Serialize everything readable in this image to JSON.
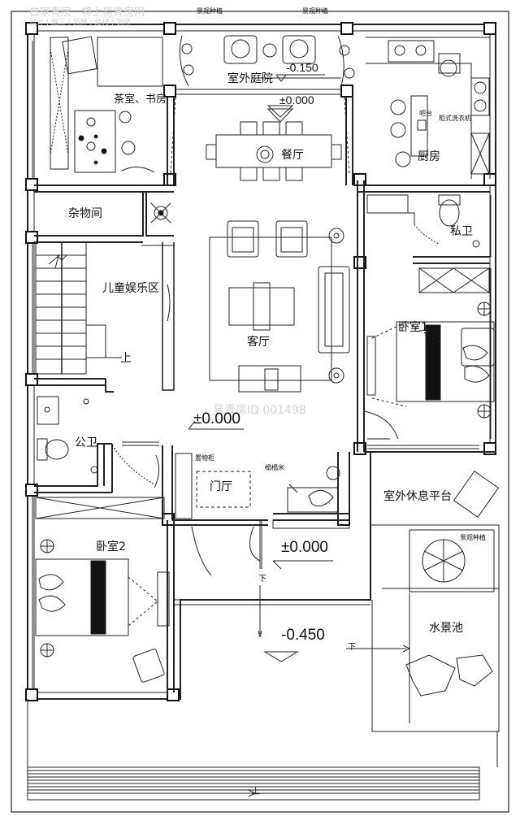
{
  "watermark": {
    "logo_text": "白家青房",
    "slogan": "将上易青房网",
    "subline": "设计 | 施工 | 预算 | 建材 | 装修",
    "center_mark": "易青房ID 001498"
  },
  "rooms": {
    "tea_study": "茶室、书房",
    "outdoor_courtyard": "室外庭院",
    "dining": "餐厅",
    "kitchen": "厨房",
    "bar": "吧台",
    "washer": "柜式洗衣机",
    "storage": "杂物间",
    "private_bath": "私卫",
    "kids_area": "儿童娱乐区",
    "living": "客厅",
    "bedroom1": "卧室1",
    "public_bath": "公卫",
    "foyer": "门厅",
    "shoe_cabinet": "置物柜",
    "tatami": "榻榻米",
    "outdoor_terrace": "室外休息平台",
    "bedroom2": "卧室2",
    "water_pond": "水景池"
  },
  "annotations": {
    "landscape_planting_1": "景观种植",
    "landscape_planting_2": "景观种植",
    "landscape_planting_3": "景观种植",
    "stairs_up_1": "上",
    "stairs_up_2": "上",
    "down_1": "下",
    "down_2": "下"
  },
  "levels": {
    "courtyard": "-0.150",
    "dining": "±0.000",
    "hall": "±0.000",
    "entry": "±0.000",
    "outside": "-0.450"
  }
}
